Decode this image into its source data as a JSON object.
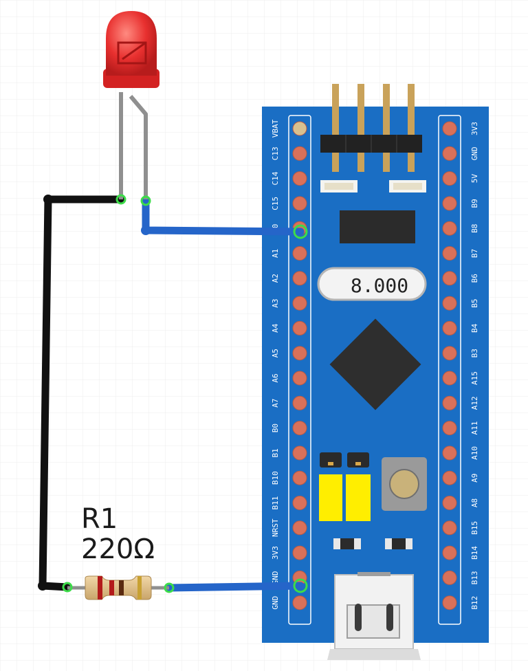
{
  "resistor": {
    "ref": "R1",
    "value": "220Ω"
  },
  "board": {
    "crystal_label": "8.000",
    "left_pins": [
      "VBAT",
      "C13",
      "C14",
      "C15",
      "A0",
      "A1",
      "A2",
      "A3",
      "A4",
      "A5",
      "A6",
      "A7",
      "B0",
      "B1",
      "B10",
      "B11",
      "NRST",
      "3V3",
      "GND",
      "GND"
    ],
    "right_pins": [
      "3V3",
      "GND",
      "5V",
      "B9",
      "B8",
      "B7",
      "B6",
      "B5",
      "B4",
      "B3",
      "A15",
      "A12",
      "A11",
      "A10",
      "A9",
      "A8",
      "B15",
      "B14",
      "B13",
      "B12"
    ]
  },
  "colors": {
    "board": "#1a6ec4",
    "pad": "#d9715a",
    "led": "#e8302f",
    "wire_black": "#111111",
    "wire_blue": "#2565c9",
    "jumper": "#ffee00"
  }
}
